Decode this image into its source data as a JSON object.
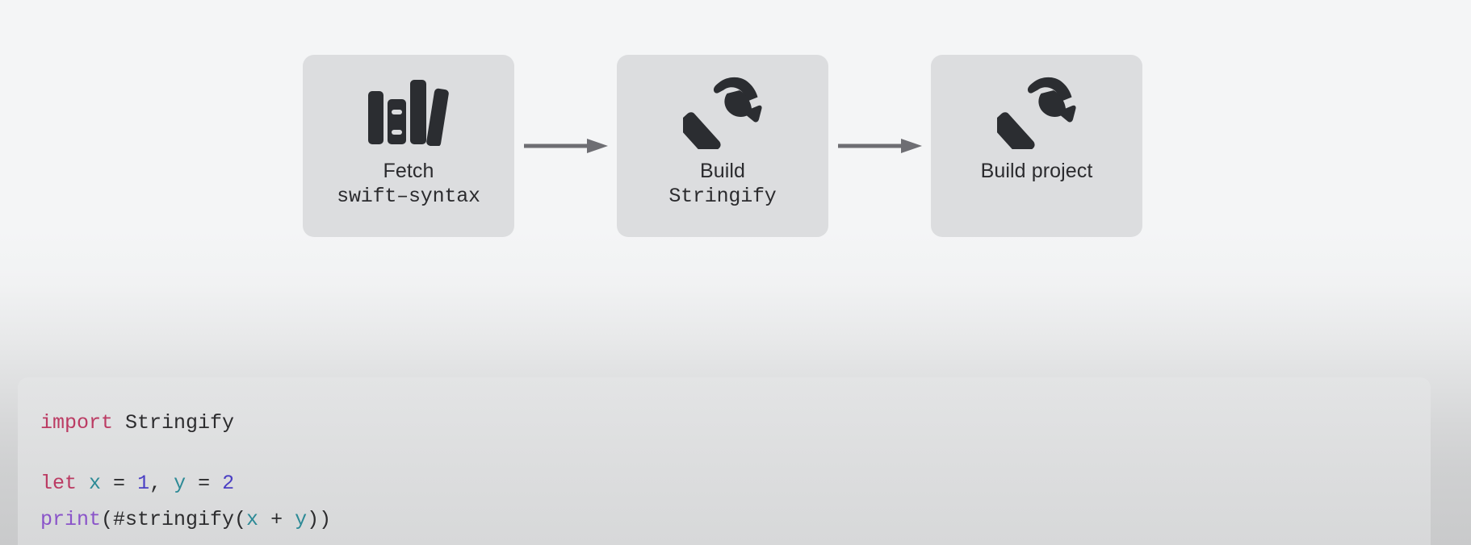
{
  "diagram": {
    "type": "flow",
    "orientation": "horizontal",
    "nodes": [
      {
        "id": "fetch-swift-syntax",
        "icon": "books-icon",
        "label_line1": "Fetch",
        "label_line2": "swift–syntax",
        "line1_style": "sans",
        "line2_style": "mono"
      },
      {
        "id": "build-stringify",
        "icon": "hammer-icon",
        "label_line1": "Build",
        "label_line2": "Stringify",
        "line1_style": "sans",
        "line2_style": "mono"
      },
      {
        "id": "build-project",
        "icon": "hammer-icon",
        "label_line1": "Build project",
        "label_line2": "",
        "line1_style": "sans",
        "line2_style": "sans"
      }
    ],
    "connectors": [
      {
        "from": "fetch-swift-syntax",
        "to": "build-stringify",
        "kind": "arrow-right"
      },
      {
        "from": "build-stringify",
        "to": "build-project",
        "kind": "arrow-right"
      }
    ],
    "colors": {
      "node_background": "#dcdddf",
      "icon_fill": "#2b2d31",
      "label_text": "#2b2b2e",
      "arrow": "#6e6e73",
      "canvas_top": "#f4f5f6",
      "canvas_bottom": "#c9cacb"
    }
  },
  "code": {
    "language": "swift",
    "panel_background": "#dedfe0",
    "lines": [
      {
        "tokens": [
          {
            "text": "import",
            "type": "keyword"
          },
          {
            "text": " Stringify",
            "type": "plain"
          }
        ]
      },
      {
        "tokens": []
      },
      {
        "tokens": [
          {
            "text": "let",
            "type": "keyword"
          },
          {
            "text": " ",
            "type": "plain"
          },
          {
            "text": "x",
            "type": "var"
          },
          {
            "text": " = ",
            "type": "plain"
          },
          {
            "text": "1",
            "type": "number"
          },
          {
            "text": ", ",
            "type": "plain"
          },
          {
            "text": "y",
            "type": "var"
          },
          {
            "text": " = ",
            "type": "plain"
          },
          {
            "text": "2",
            "type": "number"
          }
        ]
      },
      {
        "tokens": [
          {
            "text": "print",
            "type": "func"
          },
          {
            "text": "(#stringify(",
            "type": "plain"
          },
          {
            "text": "x",
            "type": "var"
          },
          {
            "text": " + ",
            "type": "plain"
          },
          {
            "text": "y",
            "type": "var"
          },
          {
            "text": "))",
            "type": "plain"
          }
        ]
      }
    ],
    "token_colors": {
      "keyword": "#bb3b63",
      "plain": "#2c2c2e",
      "var": "#2d8a96",
      "number": "#4b3fc4",
      "func": "#8a54c9"
    }
  }
}
